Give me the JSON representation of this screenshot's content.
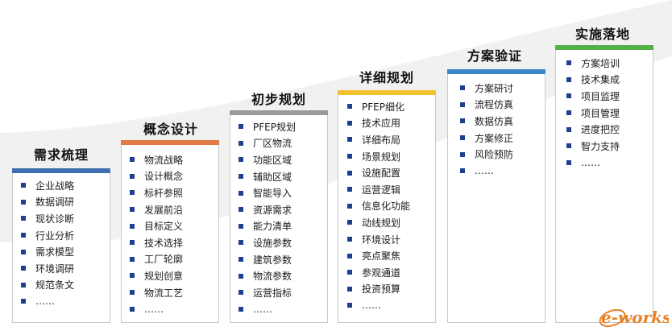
{
  "columns": [
    {
      "title": "需求梳理",
      "bar_color": "#3f6fae",
      "items": [
        "企业战略",
        "数据调研",
        "现状诊断",
        "行业分析",
        "需求模型",
        "环境调研",
        "规范条文",
        "……"
      ]
    },
    {
      "title": "概念设计",
      "bar_color": "#e07a45",
      "items": [
        "物流战略",
        "设计概念",
        "标杆参照",
        "发展前沿",
        "目标定义",
        "技术选择",
        "工厂轮廓",
        "规划创意",
        "物流工艺",
        "……"
      ]
    },
    {
      "title": "初步规划",
      "bar_color": "#9a9a9a",
      "items": [
        "PFEP规划",
        "厂区物流",
        "功能区域",
        "辅助区域",
        "智能导入",
        "资源需求",
        "能力清单",
        "设施参数",
        "建筑参数",
        "物流参数",
        "运营指标",
        "……"
      ]
    },
    {
      "title": "详细规划",
      "bar_color": "#f2c230",
      "items": [
        "PFEP细化",
        "技术应用",
        "详细布局",
        "场景规划",
        "设施配置",
        "运营逻辑",
        "信息化功能",
        "动线规划",
        "环境设计",
        "亮点聚焦",
        "参观通道",
        "投资预算",
        "……"
      ]
    },
    {
      "title": "方案验证",
      "bar_color": "#3b86c7",
      "items": [
        "方案研讨",
        "流程仿真",
        "数据仿真",
        "方案修正",
        "风险预防",
        "……"
      ]
    },
    {
      "title": "实施落地",
      "bar_color": "#56b04a",
      "items": [
        "方案培训",
        "技术集成",
        "项目监理",
        "项目管理",
        "进度把控",
        "智力支持",
        "……"
      ]
    }
  ],
  "logo": {
    "text": "e-works",
    "color": "#e8832a"
  }
}
